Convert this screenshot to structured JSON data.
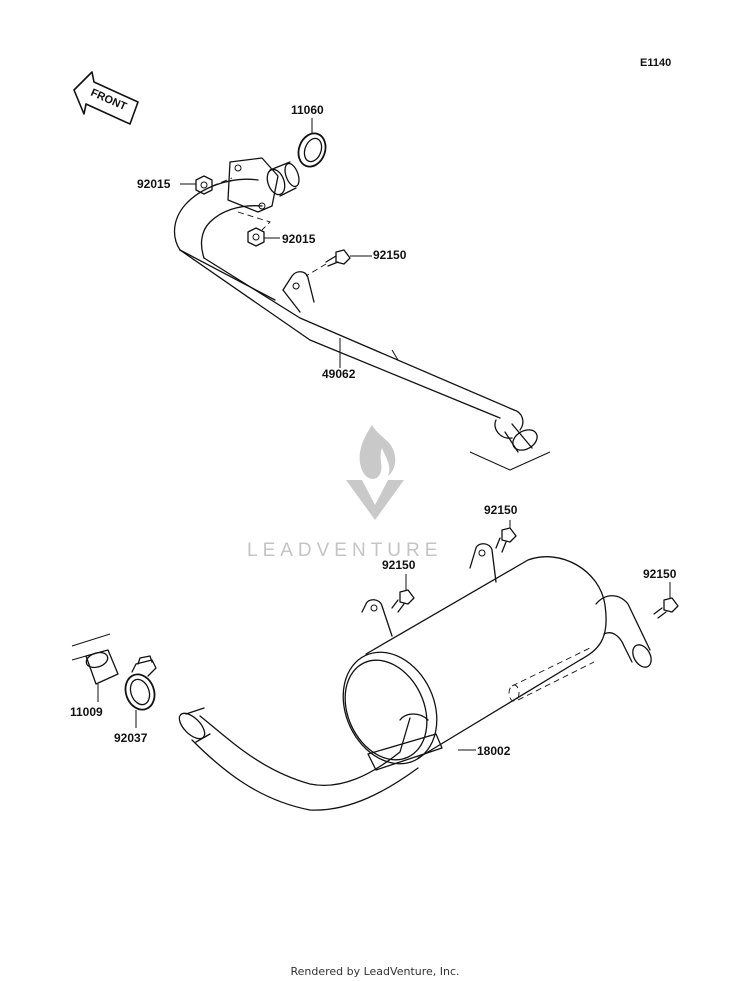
{
  "diagram_code": "E1140",
  "front_label": "FRONT",
  "watermark": "LEADVENTURE",
  "footer": "Rendered by LeadVenture, Inc.",
  "parts": {
    "gasket": "11060",
    "nut_left": "92015",
    "nut_lower": "92015",
    "bolt_pipe": "92150",
    "exhaust_pipe": "49062",
    "bolt_muffler_top": "92150",
    "bolt_muffler_left": "92150",
    "bolt_muffler_right": "92150",
    "gasket_sleeve": "11009",
    "clamp": "92037",
    "muffler": "18002"
  }
}
